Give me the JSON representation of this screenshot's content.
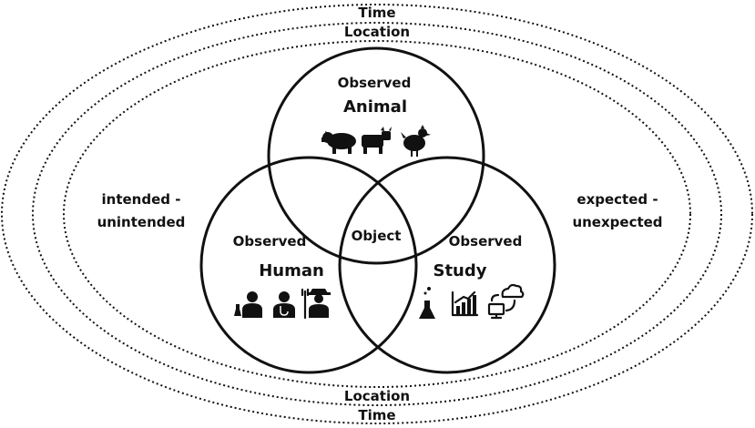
{
  "rings": {
    "outer_label_top": "Time",
    "outer_label_bottom": "Time",
    "inner_label_top": "Location",
    "inner_label_bottom": "Location"
  },
  "side_labels": {
    "left_line1": "intended -",
    "left_line2": "unintended",
    "right_line1": "expected -",
    "right_line2": "unexpected"
  },
  "circles": {
    "animal": {
      "label_small": "Observed",
      "label_big": "Animal",
      "icons": [
        "pig-icon",
        "cow-icon",
        "chicken-icon"
      ]
    },
    "human": {
      "label_small": "Observed",
      "label_big": "Human",
      "icons": [
        "scientist-icon",
        "doctor-icon",
        "farmer-icon"
      ]
    },
    "study": {
      "label_small": "Observed",
      "label_big": "Study",
      "icons": [
        "flask-icon",
        "bar-chart-icon",
        "cloud-computer-icon"
      ]
    }
  },
  "center_label": "Object"
}
